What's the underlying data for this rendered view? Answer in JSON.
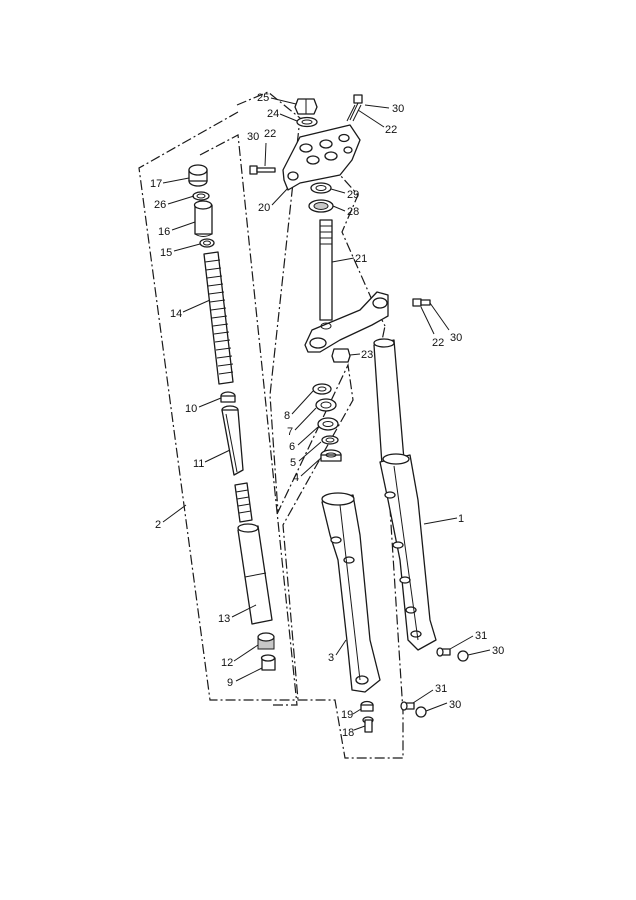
{
  "colors": {
    "line": "#1a1a1a",
    "background": "#ffffff"
  },
  "callouts": {
    "c1": "1",
    "c2": "2",
    "c3": "3",
    "c4": "4",
    "c5": "5",
    "c6": "6",
    "c7": "7",
    "c8": "8",
    "c9": "9",
    "c10": "10",
    "c11": "11",
    "c12": "12",
    "c13": "13",
    "c14": "14",
    "c15": "15",
    "c16": "16",
    "c17": "17",
    "c18": "18",
    "c19": "19",
    "c20": "20",
    "c21": "21",
    "c22_top": "22",
    "c22_left": "22",
    "c22_right": "22",
    "c23": "23",
    "c24": "24",
    "c25": "25",
    "c26": "26",
    "c28": "28",
    "c29": "29",
    "c30_top": "30",
    "c30_left": "30",
    "c30_right": "30",
    "c30_mid": "30",
    "c30_bottom": "30",
    "c31_mid": "31",
    "c31_bottom": "31"
  }
}
